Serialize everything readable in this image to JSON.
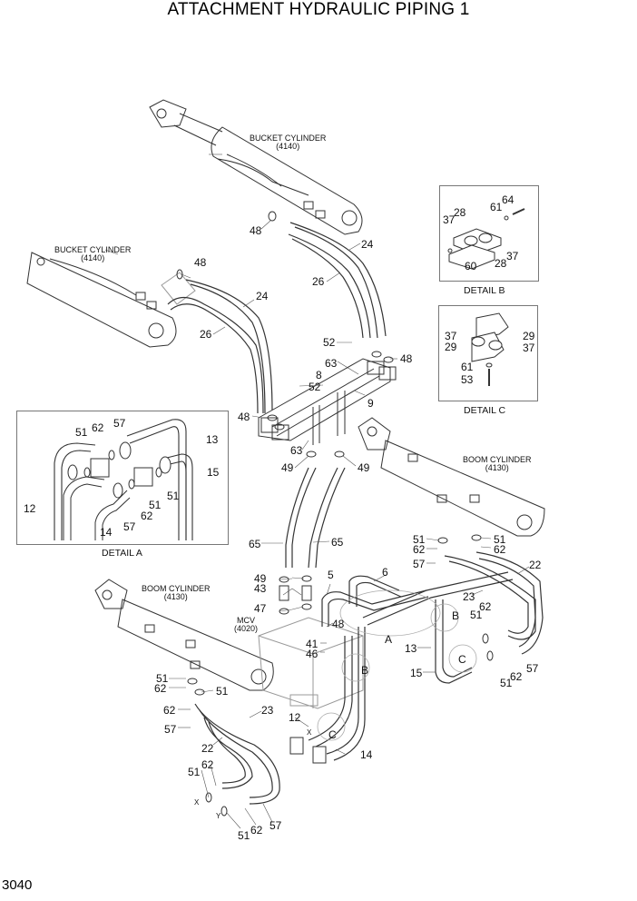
{
  "title": "ATTACHMENT HYDRAULIC PIPING 1",
  "page_number": "3040",
  "components": {
    "bucket_cyl_right": {
      "name": "BUCKET CYLINDER",
      "code": "(4140)"
    },
    "bucket_cyl_left": {
      "name": "BUCKET CYLINDER",
      "code": "(4140)"
    },
    "boom_cyl_right": {
      "name": "BOOM CYLINDER",
      "code": "(4130)"
    },
    "boom_cyl_left": {
      "name": "BOOM CYLINDER",
      "code": "(4130)"
    },
    "mcv": {
      "name": "MCV",
      "code": "(4020)"
    }
  },
  "details": {
    "a": {
      "caption": "DETAIL A",
      "labels": [
        "51",
        "62",
        "57",
        "13",
        "15",
        "51",
        "51",
        "62",
        "57",
        "12",
        "14"
      ]
    },
    "b": {
      "caption": "DETAIL B",
      "labels": [
        "28",
        "37",
        "61",
        "64",
        "37",
        "60",
        "28"
      ]
    },
    "c": {
      "caption": "DETAIL C",
      "labels": [
        "37",
        "29",
        "29",
        "37",
        "61",
        "53"
      ]
    }
  },
  "callouts": {
    "upper": [
      "48",
      "24",
      "26",
      "48",
      "24",
      "26",
      "52",
      "48",
      "63",
      "8",
      "52",
      "9",
      "48",
      "63",
      "49",
      "49"
    ],
    "middle": [
      "65",
      "65",
      "49",
      "43",
      "47",
      "5",
      "6",
      "48",
      "41",
      "46",
      "A",
      "B",
      "51",
      "62",
      "57",
      "51",
      "62",
      "22",
      "23",
      "B",
      "51",
      "62",
      "13",
      "C",
      "15",
      "51",
      "62",
      "57"
    ],
    "lower": [
      "51",
      "62",
      "51",
      "62",
      "57",
      "23",
      "22",
      "12",
      "C",
      "14",
      "62",
      "51",
      "X",
      "Y",
      "51",
      "62",
      "57",
      "X"
    ]
  }
}
